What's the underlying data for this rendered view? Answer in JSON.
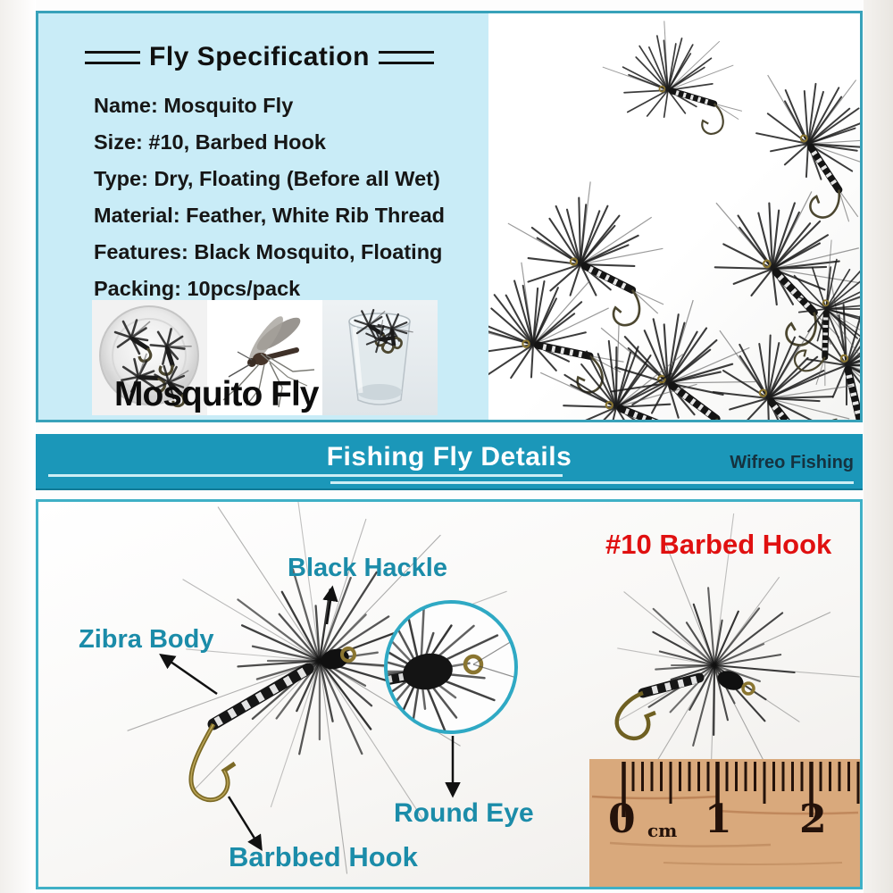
{
  "spec_panel": {
    "title": "Fly Specification",
    "lines": [
      "Name: Mosquito Fly",
      "Size: #10, Barbed Hook",
      "Type: Dry, Floating (Before all Wet)",
      "Material: Feather, White Rib Thread",
      "Features: Black Mosquito, Floating",
      "Packing: 10pcs/pack"
    ],
    "thumb_caption": "Mosquito Fly"
  },
  "details_band": {
    "title": "Fishing Fly Details",
    "brand": "Wifreo Fishing"
  },
  "details_panel": {
    "hook_label": "#10 Barbed Hook",
    "annotations": {
      "hackle": "Black Hackle",
      "body": "Zibra Body",
      "eye": "Round Eye",
      "hook": "Barbbed Hook"
    },
    "ruler": {
      "zero": "0",
      "unit": "cm",
      "one": "1",
      "two": "2"
    }
  },
  "colors": {
    "panel_bg": "#c9ecf7",
    "panel_border": "#38a2ba",
    "band_bg": "#1b97b9",
    "annotation": "#1b8ca9",
    "alert_red": "#e01010",
    "text_dark": "#161616",
    "brand_text": "#15323f",
    "ruler_wood": "#d9a97c"
  }
}
